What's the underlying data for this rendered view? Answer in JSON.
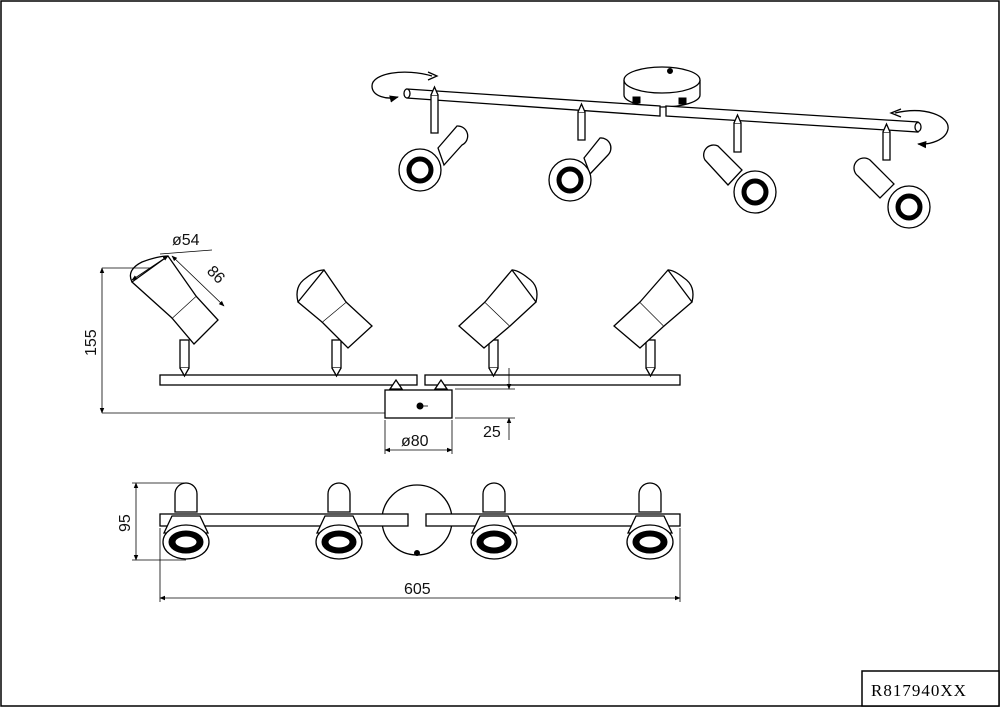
{
  "dimensions": {
    "shade_diameter": "ø54",
    "shade_length": "86",
    "height": "155",
    "canopy_diameter": "ø80",
    "canopy_height": "25",
    "depth": "95",
    "length": "605"
  },
  "title_block": {
    "product_code": "R817940XX"
  },
  "colors": {
    "line": "#000000",
    "background": "#ffffff"
  }
}
